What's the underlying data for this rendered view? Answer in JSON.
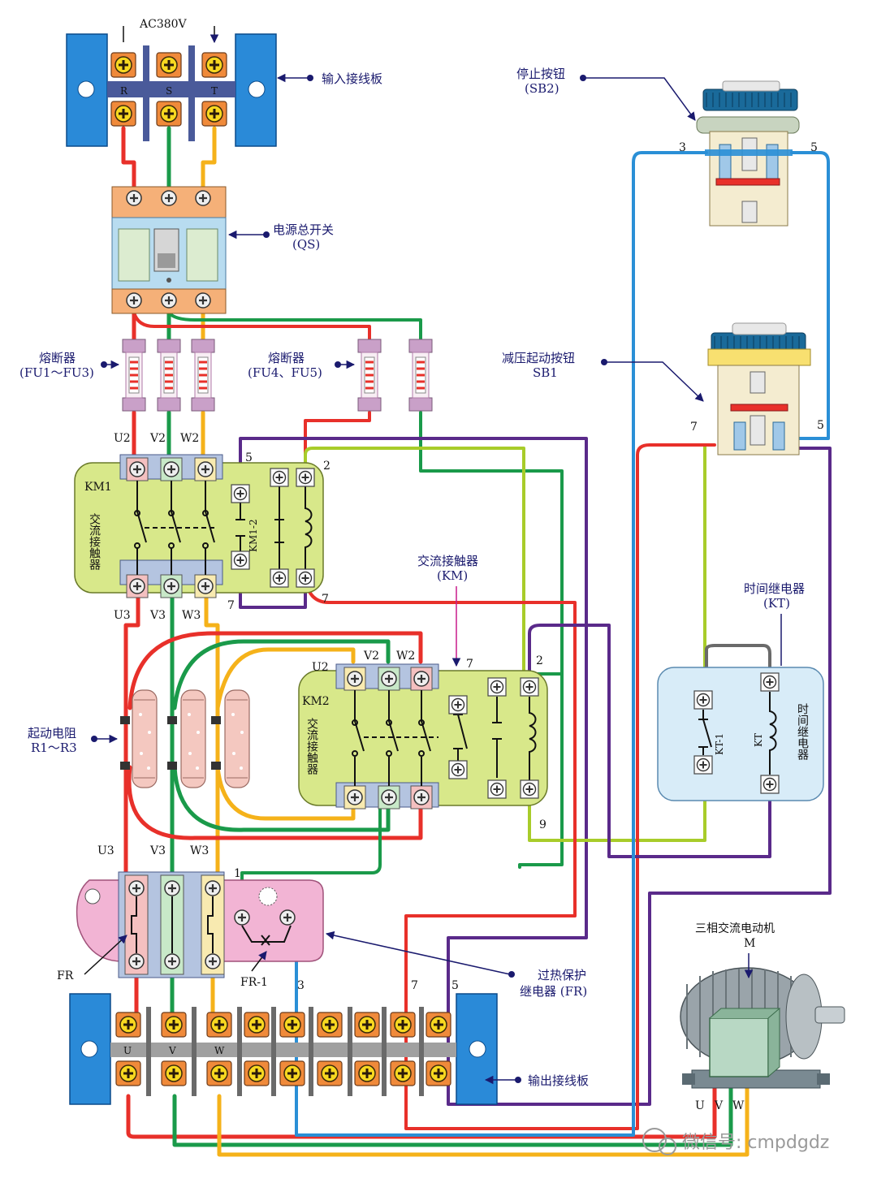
{
  "labels": {
    "ac380v": "AC380V",
    "rst": [
      "R",
      "S",
      "T"
    ],
    "input_board": "输入接线板",
    "stop_button": "停止按钮",
    "stop_button_code": "(SB2)",
    "main_switch": "电源总开关",
    "main_switch_code": "(QS)",
    "fuse_main": "熔断器",
    "fuse_main_code": "(FU1～FU3)",
    "fuse_ctrl": "熔断器",
    "fuse_ctrl_code": "(FU4、FU5)",
    "start_button": "减压起动按钮",
    "start_button_code": "SB1",
    "km1_tag": "KM1",
    "km1_name": "交流接触器",
    "km1_aux": "KM1-2",
    "km2_tag": "KM2",
    "km2_name": "交流接触器",
    "km_callout": "交流接触器",
    "km_callout_code": "(KM)",
    "kt_callout": "时间继电器",
    "kt_callout_code": "(KT)",
    "kt_name": "时间继电器",
    "kt_contact": "KT-1",
    "kt_coil": "KT",
    "resistor": "起动电阻",
    "resistor_code": "R1～R3",
    "fr_tag": "FR",
    "fr_contact": "FR-1",
    "fr_callout": "过热保护",
    "fr_callout2": "继电器 (FR)",
    "output_board": "输出接线板",
    "motor": "三相交流电动机",
    "motor_code": "M",
    "uvw_out": [
      "U",
      "V",
      "W"
    ],
    "motor_uvw": [
      "U",
      "V",
      "W"
    ],
    "phase_2": [
      "U2",
      "V2",
      "W2"
    ],
    "phase_3": [
      "U3",
      "V3",
      "W3"
    ],
    "node": {
      "n1": "1",
      "n2": "2",
      "n3": "3",
      "n5": "5",
      "n7": "7",
      "n9": "9"
    },
    "watermark": "微信号: cmpdgdz"
  },
  "colors": {
    "red": "#e8302a",
    "green": "#1a9a4a",
    "yellow": "#f5b21a",
    "blue": "#2a8fd6",
    "purple": "#5a2a8a",
    "lime": "#a8cc2a",
    "grey": "#6a6a6a",
    "board_blue": "#2a8ad8",
    "terminal_orange": "#f08a3a",
    "module_green": "#d8e88a",
    "relay_blue": "#d8ecf8",
    "fr_pink": "#f2b4d4"
  }
}
